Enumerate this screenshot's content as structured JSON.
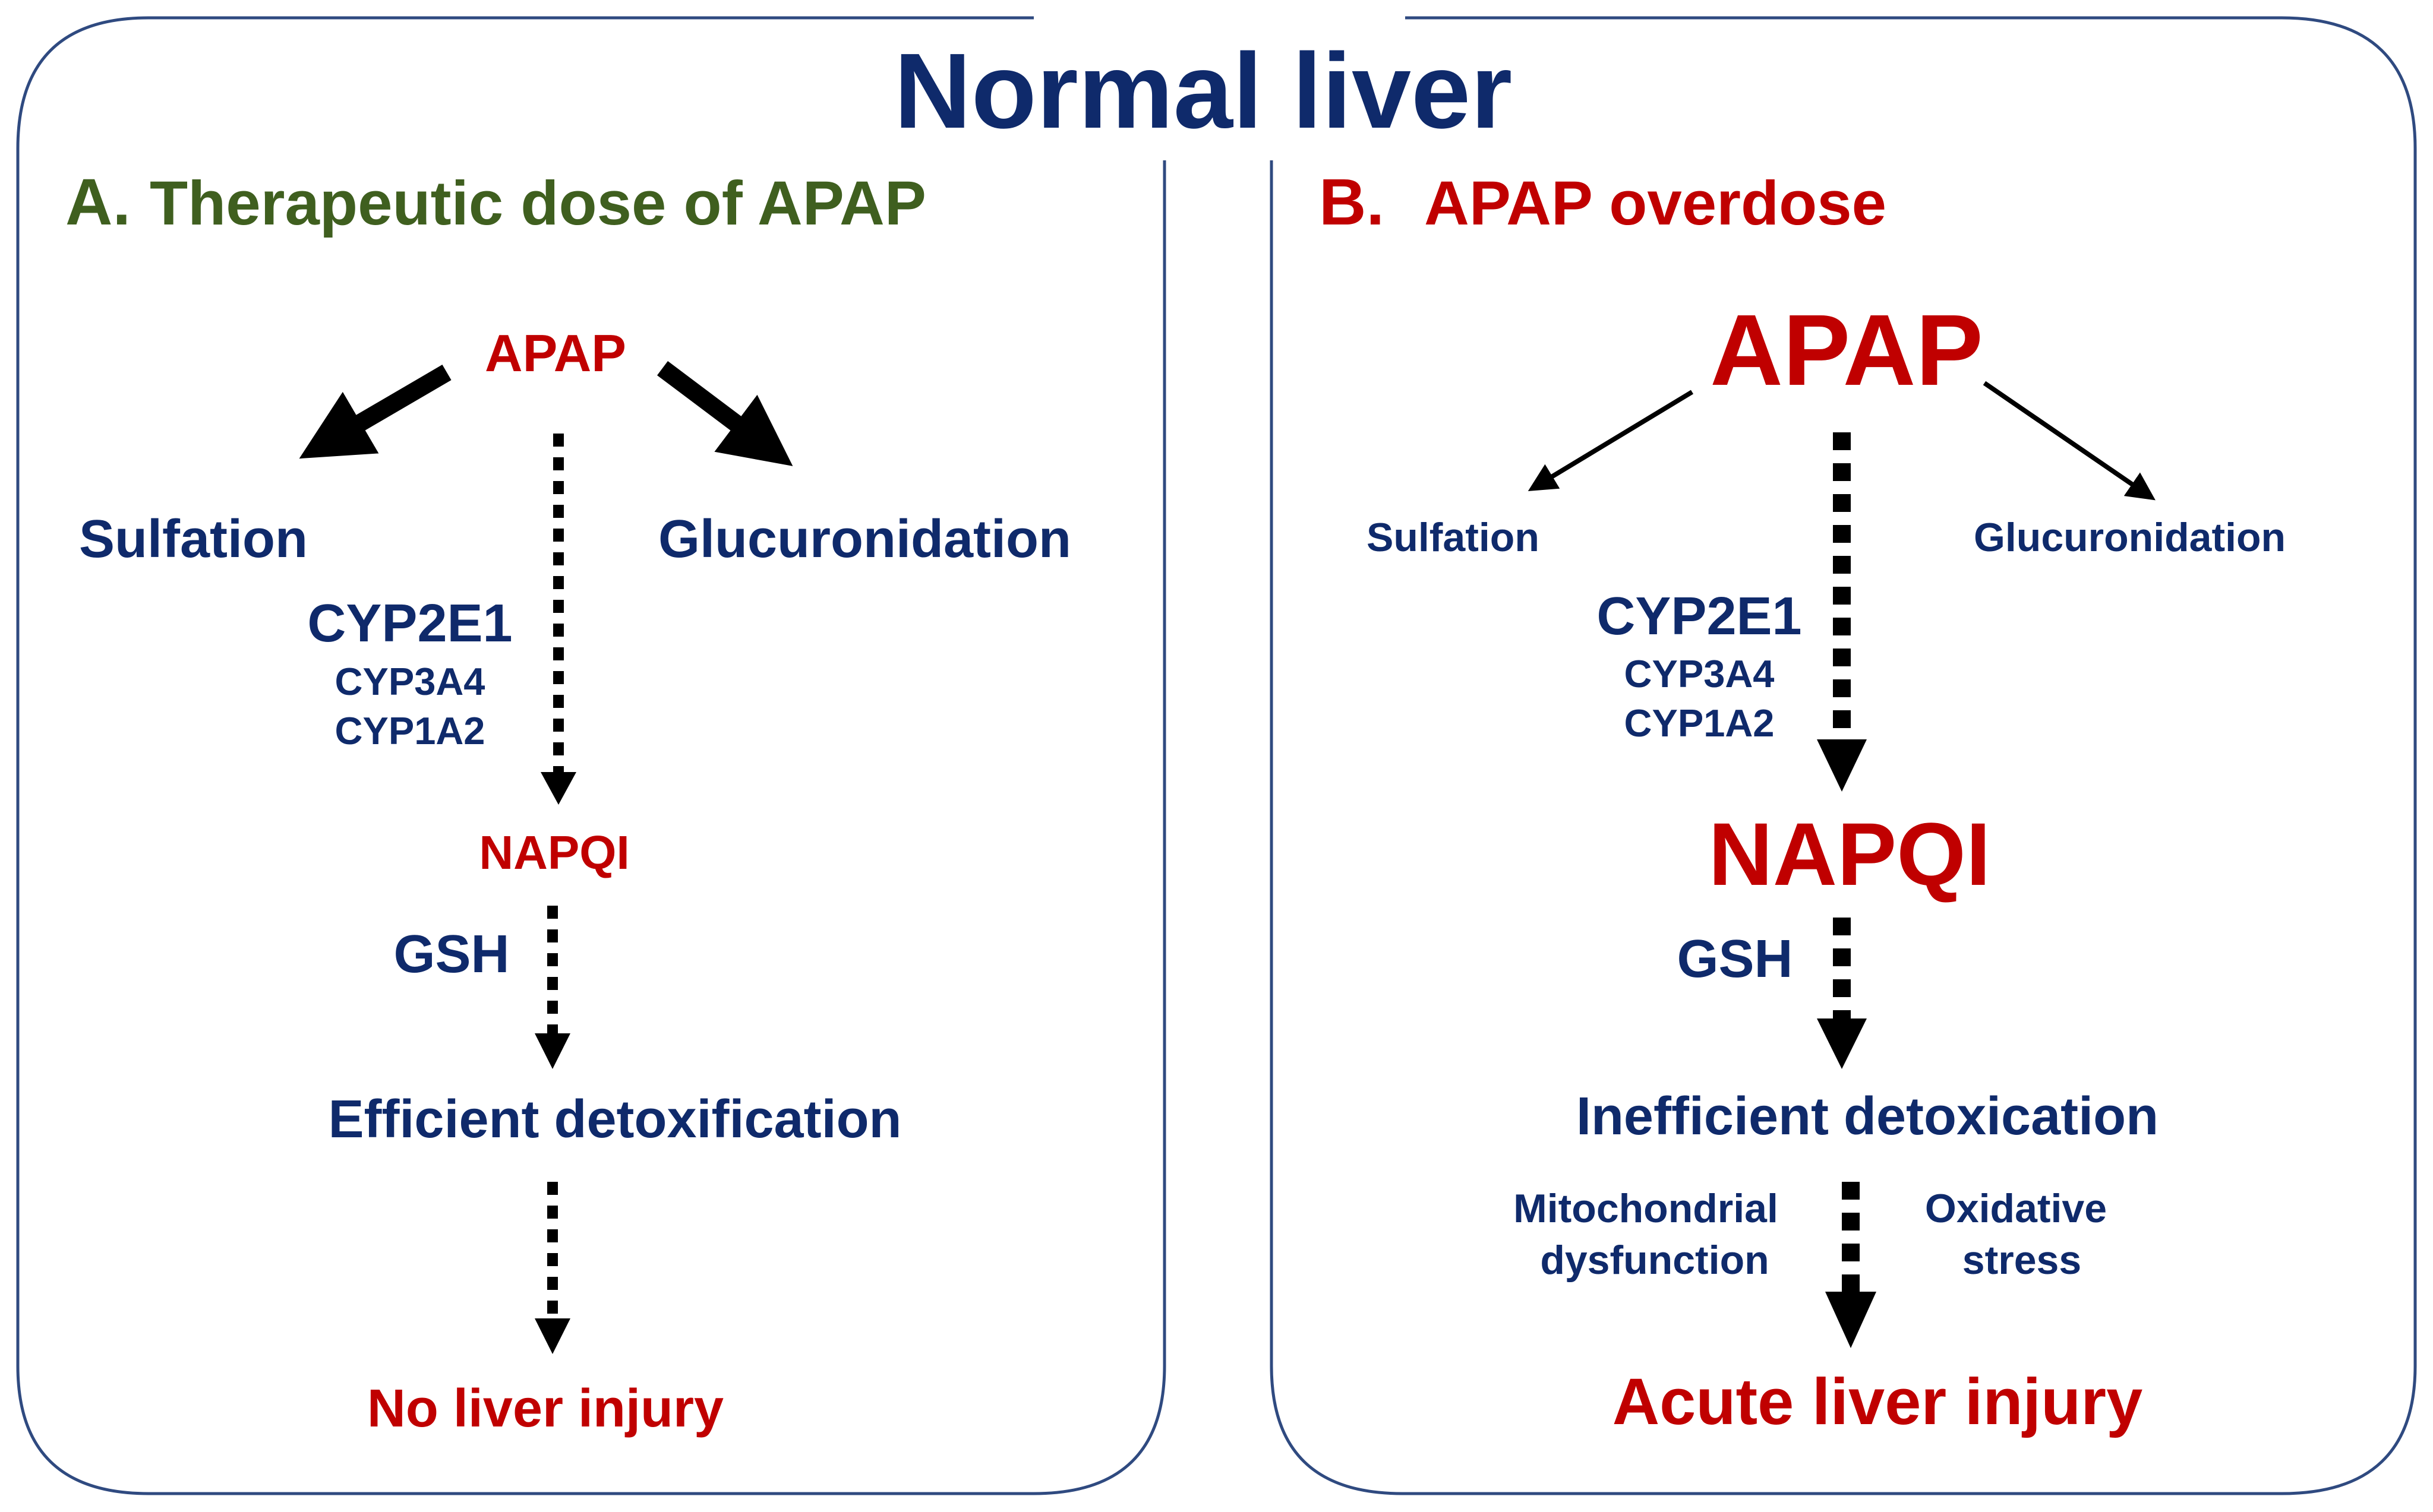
{
  "title": "Normal liver",
  "colors": {
    "navy": "#0f2a6b",
    "red": "#c00000",
    "green": "#3f5f1f",
    "arrow": "#000000",
    "frame": "#2f4a80"
  },
  "panel_a": {
    "letter": "A.",
    "heading": "Therapeutic dose of APAP",
    "drug": "APAP",
    "left_pathway": "Sulfation",
    "right_pathway": "Glucuronidation",
    "enzyme_main": "CYP2E1",
    "enzyme_2": "CYP3A4",
    "enzyme_3": "CYP1A2",
    "metabolite": "NAPQI",
    "conjugate": "GSH",
    "detox": "Efficient detoxification",
    "outcome": "No liver injury"
  },
  "panel_b": {
    "letter": "B.",
    "heading": "APAP overdose",
    "drug": "APAP",
    "left_pathway": "Sulfation",
    "right_pathway": "Glucuronidation",
    "enzyme_main": "CYP2E1",
    "enzyme_2": "CYP3A4",
    "enzyme_3": "CYP1A2",
    "metabolite": "NAPQI",
    "conjugate": "GSH",
    "detox": "Inefficient detoxication",
    "mech_left_1": "Mitochondrial",
    "mech_left_2": "dysfunction",
    "mech_right_1": "Oxidative",
    "mech_right_2": "stress",
    "outcome": "Acute liver injury"
  }
}
